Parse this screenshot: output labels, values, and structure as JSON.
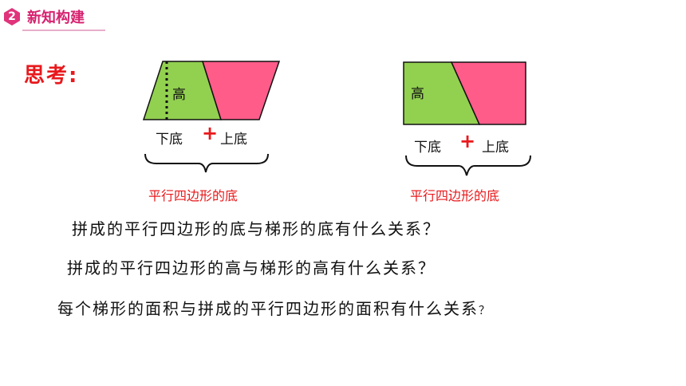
{
  "header": {
    "number": "2",
    "title": "新知构建"
  },
  "think_label": "思考:",
  "left_figure": {
    "height_label": "高",
    "bottom_base_label": "下底",
    "plus_sign": "+",
    "top_base_label": "上底",
    "caption": "平行四边形的底"
  },
  "right_figure": {
    "height_label": "高",
    "bottom_base_label": "下底",
    "plus_sign": "+",
    "top_base_label": "上底",
    "caption": "平行四边形的底"
  },
  "questions": [
    "拼成的平行四边形的底与梯形的底有什么关系？",
    "拼成的平行四边形的高与梯形的高有什么关系？",
    "每个梯形的面积与拼成的平行四边形的面积有什么关系"
  ],
  "question_tail": "？",
  "colors": {
    "accent": "#d6226f",
    "green": "#92d050",
    "pink": "#ff5c8a",
    "red": "#e8191c"
  }
}
